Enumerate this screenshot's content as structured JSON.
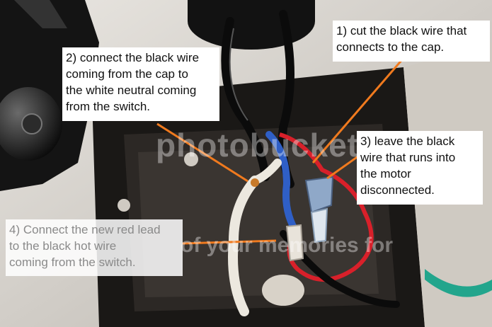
{
  "annotations": [
    {
      "lines": [
        "1) cut the black wire that",
        "connects to the cap."
      ]
    },
    {
      "lines": [
        "2) connect the black wire",
        "coming from the cap to",
        "the white neutral coming",
        "from the switch."
      ]
    },
    {
      "lines": [
        "3) leave the black",
        "wire that runs into",
        "the motor",
        "disconnected."
      ]
    },
    {
      "lines": [
        "4) Connect the new red lead",
        "to the black hot wire",
        "coming from the switch."
      ]
    }
  ],
  "watermark": {
    "brand": "photobucket",
    "tagline": "of your memories for"
  },
  "colors": {
    "arrow": "#f07a1e",
    "callout_bg": "#ffffff",
    "callout_text": "#111111",
    "callout_faded_text": "#8a8a8a"
  }
}
